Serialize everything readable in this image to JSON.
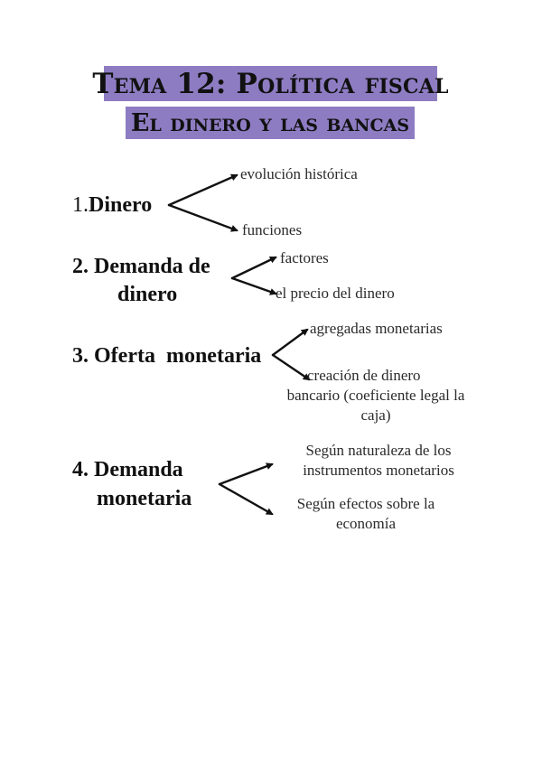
{
  "title": {
    "line1": "Tema 12: Política fiscal",
    "line2": "El dinero y las bancas",
    "highlight_color": "#8e7cc3"
  },
  "sections": [
    {
      "number": "1.",
      "heading": "Dinero",
      "branches": [
        "evolución histórica",
        "funciones"
      ]
    },
    {
      "number": "2.",
      "heading_line1": "Demanda de",
      "heading_line2": "dinero",
      "branches": [
        "factores",
        "el precio del dinero"
      ]
    },
    {
      "number": "3.",
      "heading": "Oferta  monetaria",
      "branches": [
        "agregadas monetarias",
        {
          "line1": "creación de dinero",
          "line2": "bancario (coeficiente legal la",
          "line3": "caja)"
        }
      ]
    },
    {
      "number": "4.",
      "heading_line1": "Demanda",
      "heading_line2": "monetaria",
      "branches": [
        {
          "line1": "Según naturaleza de los",
          "line2": "instrumentos monetarios"
        },
        {
          "line1": "Según efectos sobre la",
          "line2": "economía"
        }
      ]
    }
  ]
}
